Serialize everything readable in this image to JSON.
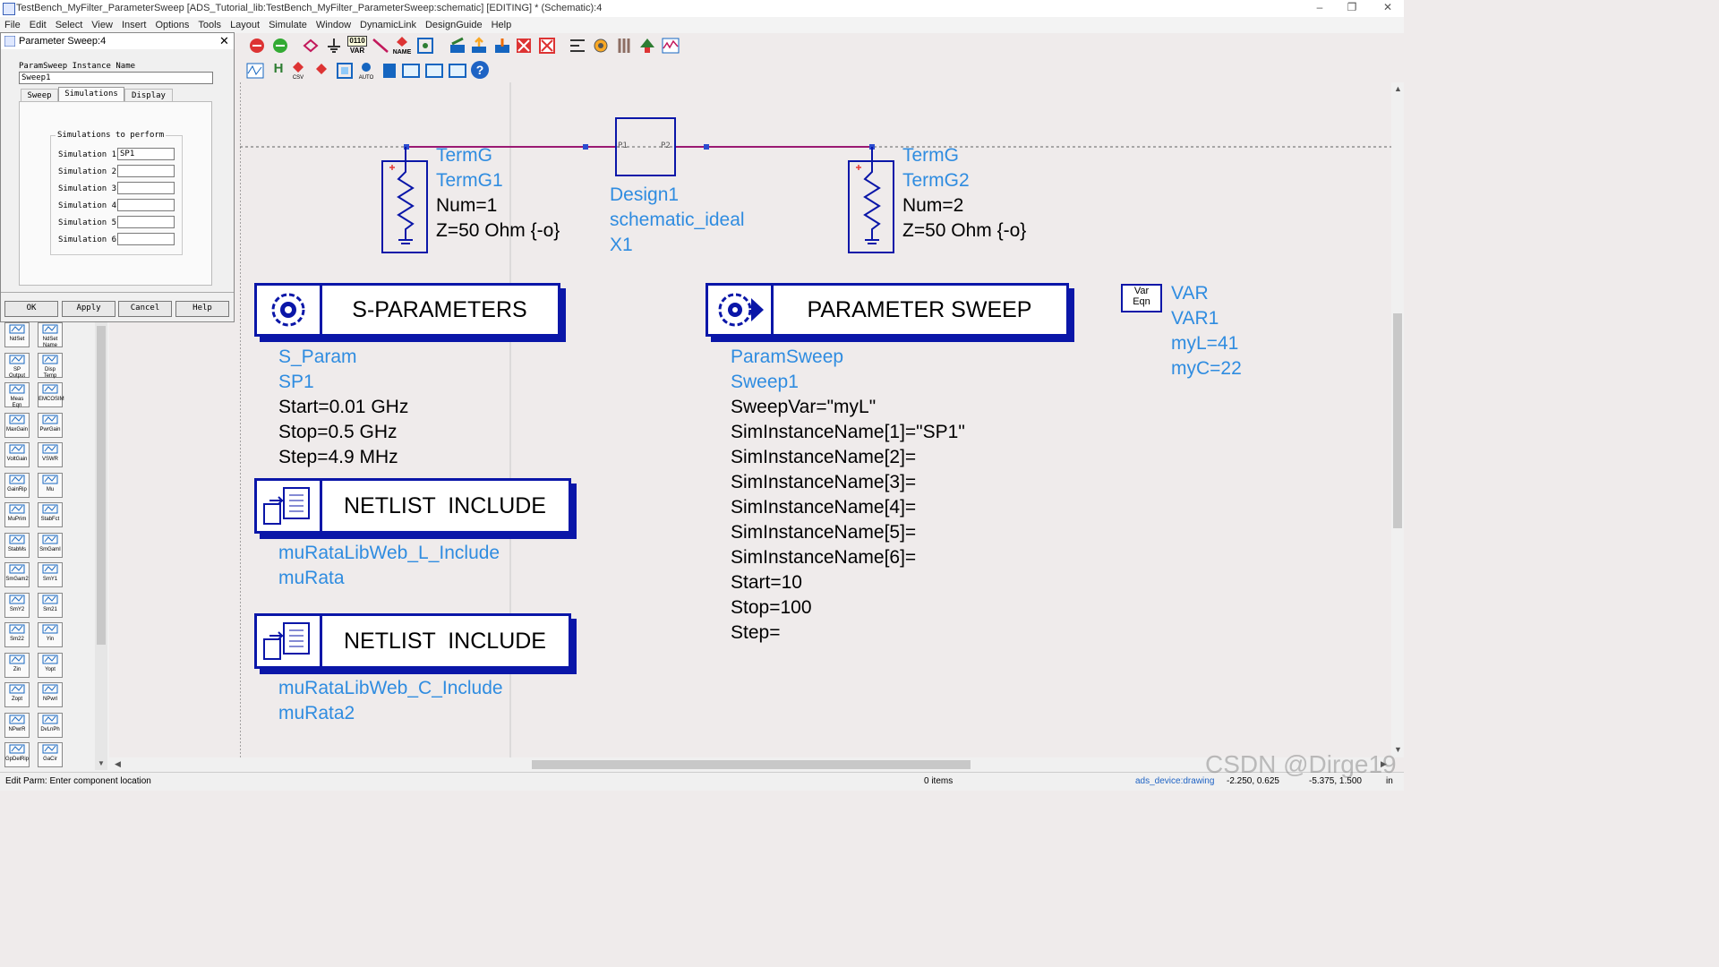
{
  "window": {
    "title": "TestBench_MyFilter_ParameterSweep [ADS_Tutorial_lib:TestBench_MyFilter_ParameterSweep:schematic] [EDITING] * (Schematic):4",
    "minimize": "–",
    "maximize": "❐",
    "close": "✕"
  },
  "menu": [
    "File",
    "Edit",
    "Select",
    "View",
    "Insert",
    "Options",
    "Tools",
    "Layout",
    "Simulate",
    "Window",
    "DynamicLink",
    "DesignGuide",
    "Help"
  ],
  "toolbar": {
    "var_label": "VAR",
    "name_label": "NAME",
    "counter_label": "0110",
    "csv_label": "CSV",
    "auto_label": "AUTO",
    "help_label": "?"
  },
  "dialog": {
    "title": "Parameter Sweep:4",
    "instance_label": "ParamSweep Instance Name",
    "instance_value": "Sweep1",
    "tabs": [
      "Sweep",
      "Simulations",
      "Display"
    ],
    "group_title": "Simulations to perform",
    "sims": [
      {
        "label": "Simulation 1",
        "value": "SP1"
      },
      {
        "label": "Simulation 2",
        "value": ""
      },
      {
        "label": "Simulation 3",
        "value": ""
      },
      {
        "label": "Simulation 4",
        "value": ""
      },
      {
        "label": "Simulation 5",
        "value": ""
      },
      {
        "label": "Simulation 6",
        "value": ""
      }
    ],
    "buttons": {
      "ok": "OK",
      "apply": "Apply",
      "cancel": "Cancel",
      "help": "Help"
    }
  },
  "palette": [
    [
      "NdSet",
      "NdSet Name"
    ],
    [
      "SP Output",
      "Disp Temp"
    ],
    [
      "Meas Eqn",
      "EMCOSIM"
    ],
    [
      "MaxGain",
      "PwrGain"
    ],
    [
      "VoltGain",
      "VSWR"
    ],
    [
      "GainRip",
      "Mu"
    ],
    [
      "MuPrim",
      "StabFct"
    ],
    [
      "StabMs",
      "SmGamI"
    ],
    [
      "SmGam2",
      "SmY1"
    ],
    [
      "SmY2",
      "Sm21"
    ],
    [
      "Sm22",
      "Yin"
    ],
    [
      "Zin",
      "Yopt"
    ],
    [
      "Zopt",
      "NPwrl"
    ],
    [
      "NPwrR",
      "DvLnPh"
    ],
    [
      "GpDelRip",
      "GaCir"
    ]
  ],
  "schematic": {
    "termg1": {
      "type": "TermG",
      "name": "TermG1",
      "num": "Num=1",
      "z": "Z=50 Ohm {-o}"
    },
    "termg2": {
      "type": "TermG",
      "name": "TermG2",
      "num": "Num=2",
      "z": "Z=50 Ohm {-o}"
    },
    "design": {
      "name": "Design1",
      "schematic": "schematic_ideal",
      "inst": "X1",
      "p1": "P1",
      "p2": "P2"
    },
    "sparams": {
      "title": "S-PARAMETERS",
      "type": "S_Param",
      "name": "SP1",
      "start": "Start=0.01 GHz",
      "stop": "Stop=0.5 GHz",
      "step": "Step=4.9 MHz"
    },
    "netlist1": {
      "title": "NETLIST  INCLUDE",
      "lib": "muRataLibWeb_L_Include",
      "name": "muRata"
    },
    "netlist2": {
      "title": "NETLIST  INCLUDE",
      "lib": "muRataLibWeb_C_Include",
      "name": "muRata2"
    },
    "sweep": {
      "title": "PARAMETER SWEEP",
      "type": "ParamSweep",
      "name": "Sweep1",
      "lines": [
        "SweepVar=\"myL\"",
        "SimInstanceName[1]=\"SP1\"",
        "SimInstanceName[2]=",
        "SimInstanceName[3]=",
        "SimInstanceName[4]=",
        "SimInstanceName[5]=",
        "SimInstanceName[6]=",
        "Start=10",
        "Stop=100",
        "Step="
      ]
    },
    "var": {
      "icon_top": "Var",
      "icon_bottom": "Eqn",
      "type": "VAR",
      "name": "VAR1",
      "myl": "myL=41",
      "myc": "myC=22"
    }
  },
  "status": {
    "message": "Edit Parm: Enter component location",
    "items": "0 items",
    "layer": "ads_device:drawing",
    "coord1": "-2.250, 0.625",
    "coord2": "-5.375, 1.500",
    "units": "in"
  },
  "watermark": "CSDN @Dirge19",
  "colors": {
    "component_blue": "#0a16a8",
    "text_blue": "#2f8ce0",
    "wire": "#9b1a72"
  }
}
